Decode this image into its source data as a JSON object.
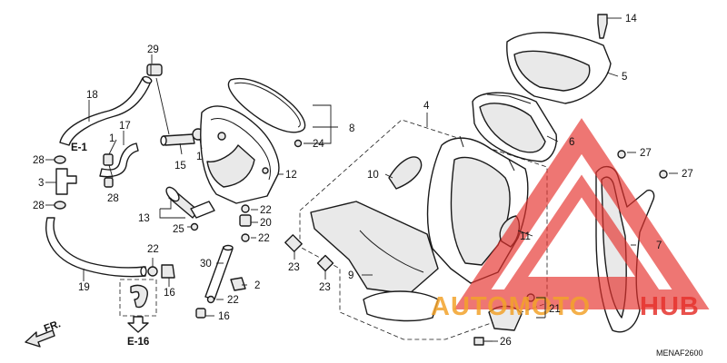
{
  "diagram_code": "MENAF2600",
  "callouts": {
    "c1": "1",
    "c1b": "1",
    "c2": "2",
    "c3": "3",
    "c4": "4",
    "c5": "5",
    "c6": "6",
    "c7": "7",
    "c8": "8",
    "c9": "9",
    "c10": "10",
    "c11": "11",
    "c12": "12",
    "c13": "13",
    "c14": "14",
    "c15": "15",
    "c16": "16",
    "c16b": "16",
    "c17": "17",
    "c18": "18",
    "c19": "19",
    "c20": "20",
    "c21": "21",
    "c22a": "22",
    "c22b": "22",
    "c22c": "22",
    "c22d": "22",
    "c23a": "23",
    "c23b": "23",
    "c24": "24",
    "c25": "25",
    "c26": "26",
    "c27a": "27",
    "c27b": "27",
    "c28a": "28",
    "c28b": "28",
    "c28c": "28",
    "c29": "29",
    "c30": "30"
  },
  "references": {
    "e1": "E-1",
    "e16": "E-16"
  },
  "direction": {
    "front_label": "FR."
  },
  "watermark": {
    "word_a": "AUTOMOTO",
    "word_b": "HUB",
    "color_red": "#e5322d",
    "color_orange": "#f2a22a"
  }
}
